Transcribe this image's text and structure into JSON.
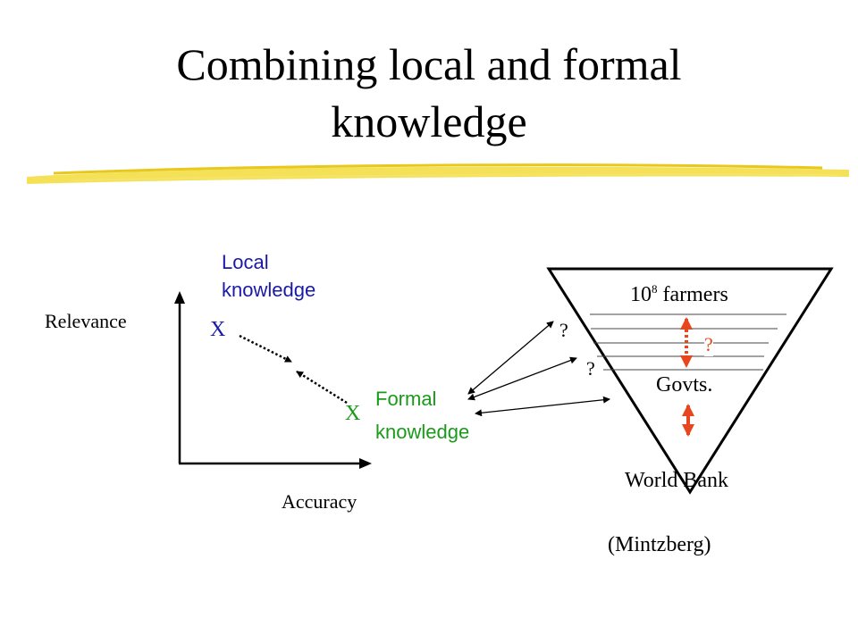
{
  "slide": {
    "title_line1": "Combining local and formal",
    "title_line2": "knowledge"
  },
  "left_diagram": {
    "y_axis_label": "Relevance",
    "x_axis_label": "Accuracy",
    "local_label_line1": "Local",
    "local_label_line2": "knowledge",
    "formal_label_line1": "Formal",
    "formal_label_line2": "knowledge",
    "marker": "X",
    "local_color": "#1a1aa6",
    "formal_color": "#1a9a1a"
  },
  "pyramid": {
    "top_label_prefix": "10",
    "top_label_exponent": "8",
    "top_label_suffix": " farmers",
    "middle_label": "Govts.",
    "bottom_label": "World Bank",
    "question_mark": "?",
    "question_color": "#e8461e",
    "arrow_color": "#e8461e"
  },
  "citation": "(Mintzberg)"
}
